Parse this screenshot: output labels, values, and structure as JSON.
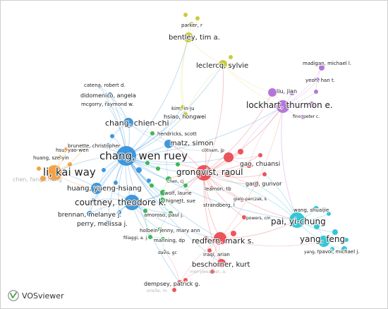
{
  "app": {
    "brand": "VOSviewer"
  },
  "colors": {
    "cluster_red": "#e8484e",
    "cluster_green": "#2fb24a",
    "cluster_blue": "#2f8fd8",
    "cluster_yellow": "#c8c82c",
    "cluster_purple": "#b06ad6",
    "cluster_cyan": "#22c3d3",
    "cluster_orange": "#f49a35"
  },
  "labels": {
    "parker": "parker, r",
    "bentley": "bentley, tim a.",
    "leclercq": "leclercq, sylvie",
    "madigan": "madigan, michael l.",
    "yeoh": "yeoh, han t.",
    "liu": "liu, jian",
    "lockhart": "lockhart, thurmon e.",
    "fino": "fino, peter c.",
    "catena": "catena, robert d.",
    "didomenico": "didomenico, angela",
    "mcgorry": "mcgorry, raymond w.",
    "kim": "kim, in-ju",
    "hsiao": "hsiao, hongwei",
    "chang_cc": "chang, chien-chi",
    "hendricks": "hendricks, scott",
    "brunette": "brunette, christopher",
    "hsu": "hsu, yao-wen",
    "huang_zy": "huang, sze yin",
    "matz": "matz, simon",
    "chang_wr": "chang, wen ruey",
    "cotnam": "cotnam, jp",
    "gao": "gao, chuansi",
    "chen_fc": "chen, fang-chung",
    "li": "li, kai way",
    "chen_cj": "chen, cj",
    "gronqvist": "gronqvist, raoul",
    "leamon": "leamon, tb",
    "gard": "gard, gunvor",
    "huang_yh": "huang, yueng-hsiang",
    "wolf": "wolf, laurie",
    "hignett": "hignett, sue",
    "gielo": "gielo-perczak, k",
    "courtney": "courtney, theodore k.",
    "strandberg": "strandberg, l",
    "amoroso": "amoroso, paul j.",
    "powers": "powers, cm",
    "wang": "wang, shuaijie",
    "brennan": "brennan, melanye j.",
    "perry": "perry, melissa j.",
    "pai": "pai, yi-chung",
    "holbein": "holbein-jenny, mary ann",
    "filiaggi": "filiaggi, a. j.",
    "manning": "manning, dp",
    "redfern": "redfern, mark s.",
    "yang": "yang, feng",
    "davis": "davis, gc",
    "iraqi": "iraqi, arian",
    "yang_f2": "yang, f.",
    "pavol": "pavol, michael j.",
    "beschorner": "beschorner, kurt",
    "merryweather": "merryweather, a.",
    "dempsey": "dempsey, patrick g.",
    "orielle": "orielle, m."
  }
}
